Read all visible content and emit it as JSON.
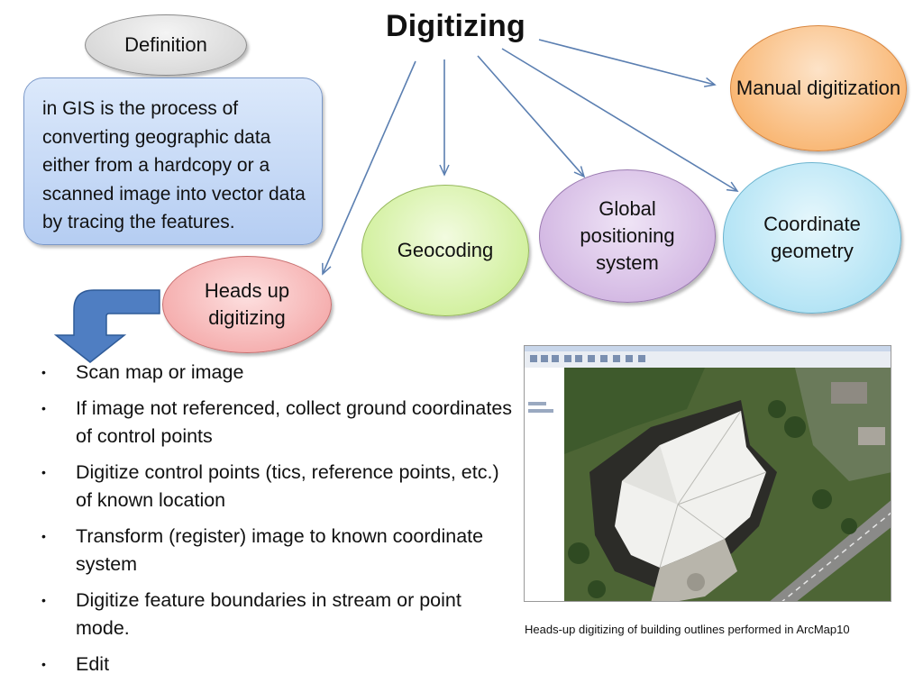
{
  "title": "Digitizing",
  "definition": {
    "label": "Definition",
    "text": "in GIS is the process of converting geographic data either from a hardcopy or a scanned image into vector data by tracing the features."
  },
  "methods": {
    "manual": "Manual digitization",
    "geocoding": "Geocoding",
    "gps": "Global positioning system",
    "coordinate_geometry": "Coordinate geometry",
    "heads_up": "Heads up digitizing"
  },
  "steps": [
    "Scan map or image",
    "If image not referenced, collect ground coordinates of  control points",
    "Digitize control points (tics, reference points, etc.) of  known location",
    "Transform (register) image to known coordinate  system",
    "Digitize feature boundaries in stream or point mode.",
    "Edit"
  ],
  "image_caption": "Heads-up digitizing of building outlines performed in ArcMap10",
  "colors": {
    "arrow": "#5b7fb1",
    "bent_arrow": "#4f7ec2",
    "manual": "#f7a756",
    "geocoding": "#c6ec86",
    "gps": "#c9a8dc",
    "coordinate_geometry": "#9fdcf2",
    "heads_up": "#f29c9c",
    "definition_box": "#b5cdf2"
  }
}
